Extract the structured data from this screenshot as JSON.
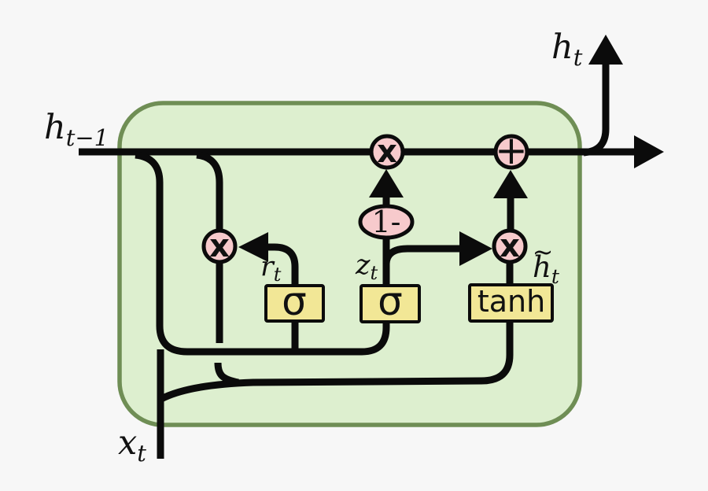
{
  "colors": {
    "background": "#f7f7f7",
    "cell_fill": "#ddefcf",
    "cell_border": "#6f8e55",
    "op_fill": "#f7cacc",
    "gate_fill": "#f2e796",
    "wire": "#0b0b0b"
  },
  "labels": {
    "h_prev": {
      "base": "h",
      "sub": "t−1"
    },
    "h_out": {
      "base": "h",
      "sub": "t"
    },
    "x_in": {
      "base": "x",
      "sub": "t"
    },
    "r_gate": {
      "base": "r",
      "sub": "t"
    },
    "z_gate": {
      "base": "z",
      "sub": "t"
    },
    "h_candidate": {
      "tilde": "~",
      "base": "h",
      "sub": "t"
    }
  },
  "gates": {
    "reset_sigma": "σ",
    "update_sigma": "σ",
    "candidate_tanh": "tanh"
  },
  "operators": {
    "reset_multiply": "x",
    "interp_multiply": "x",
    "candidate_multiply": "x",
    "add": "+",
    "one_minus": "1-"
  }
}
